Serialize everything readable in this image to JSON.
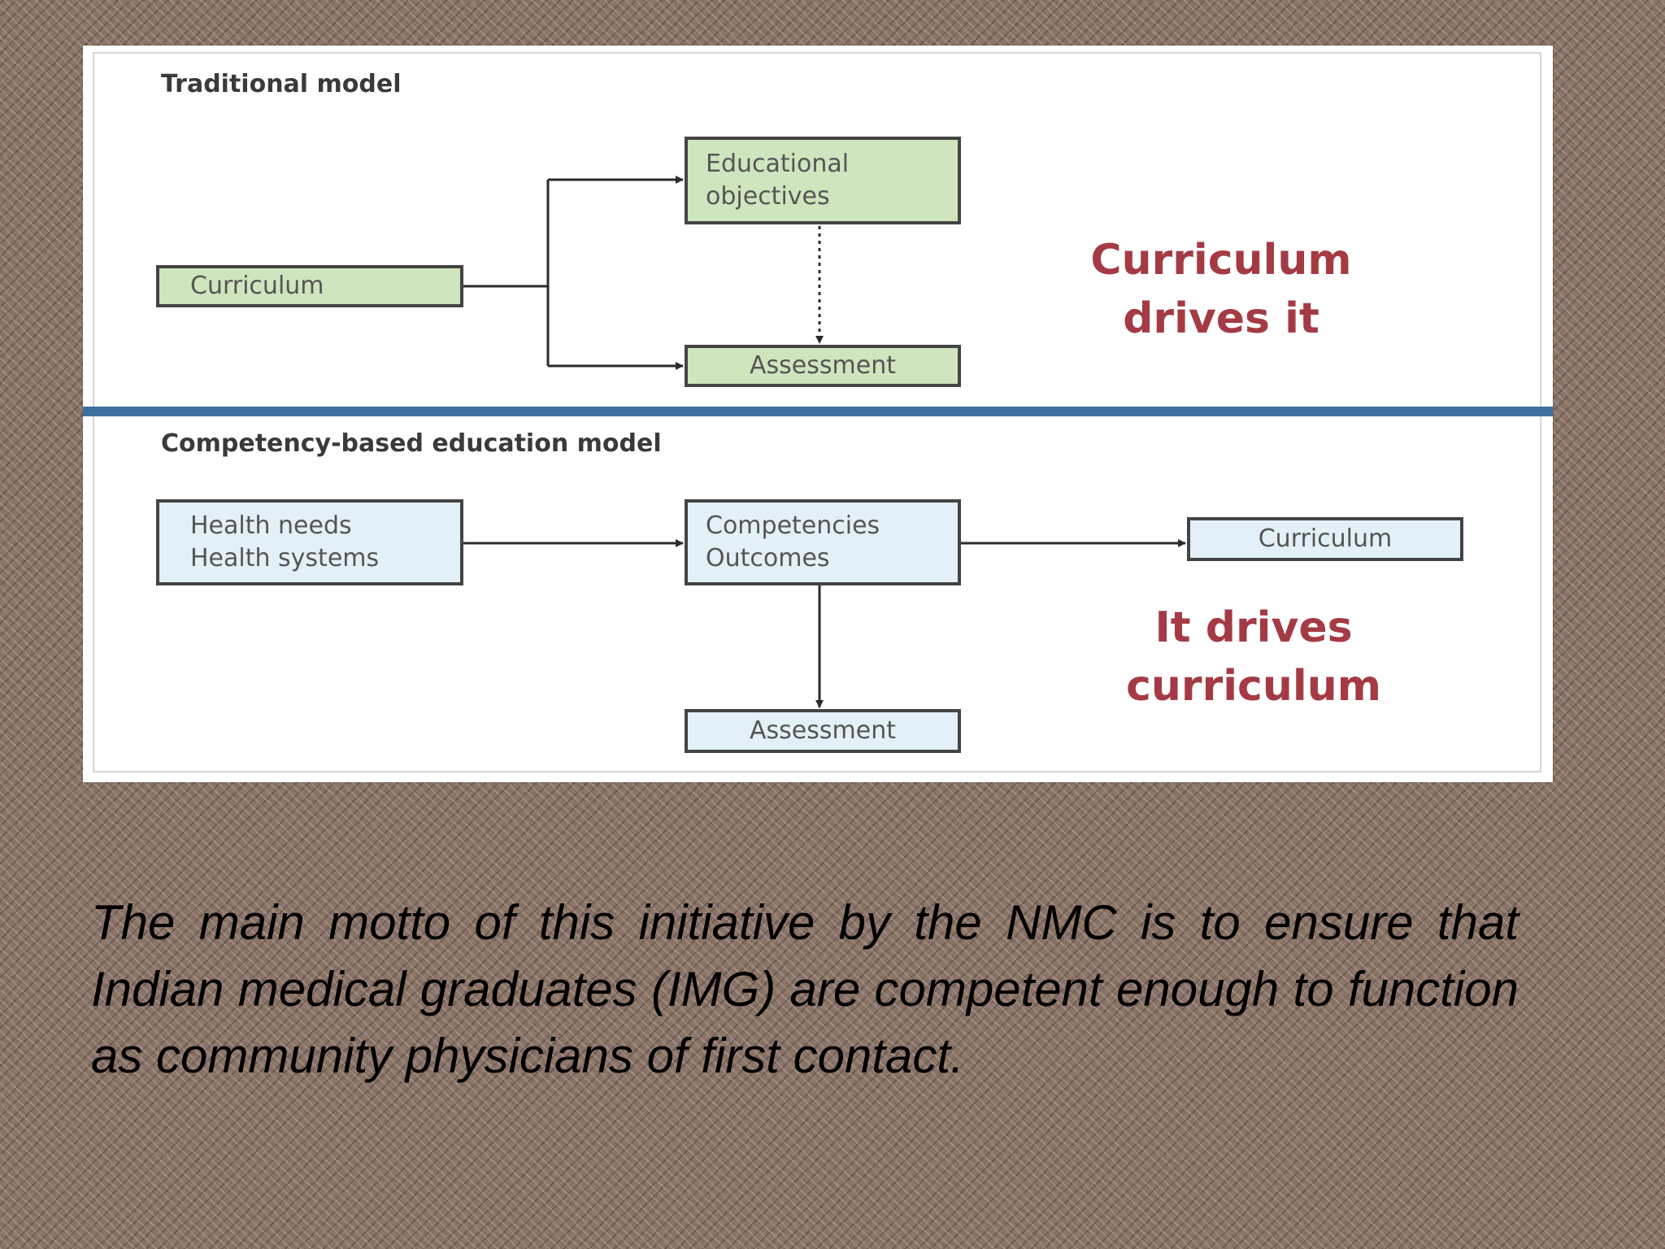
{
  "diagram": {
    "traditional": {
      "title": "Traditional model",
      "curriculum": "Curriculum",
      "objectives": "Educational\nobjectives",
      "assessment": "Assessment",
      "callout": "Curriculum\ndrives it"
    },
    "competency": {
      "title": "Competency-based education model",
      "needs": "Health needs\nHealth systems",
      "competencies": "Competencies\nOutcomes",
      "curriculum": "Curriculum",
      "assessment": "Assessment",
      "callout": "It drives\ncurriculum"
    },
    "colors": {
      "traditional_box": "#cfe5bd",
      "competency_box": "#e3f0f8",
      "divider": "#3f6f9f",
      "callout_text": "#a43b44"
    }
  },
  "caption": "The main motto of this initiative by the NMC is to ensure that Indian medical graduates (IMG) are competent enough to function as community physicians of first contact."
}
